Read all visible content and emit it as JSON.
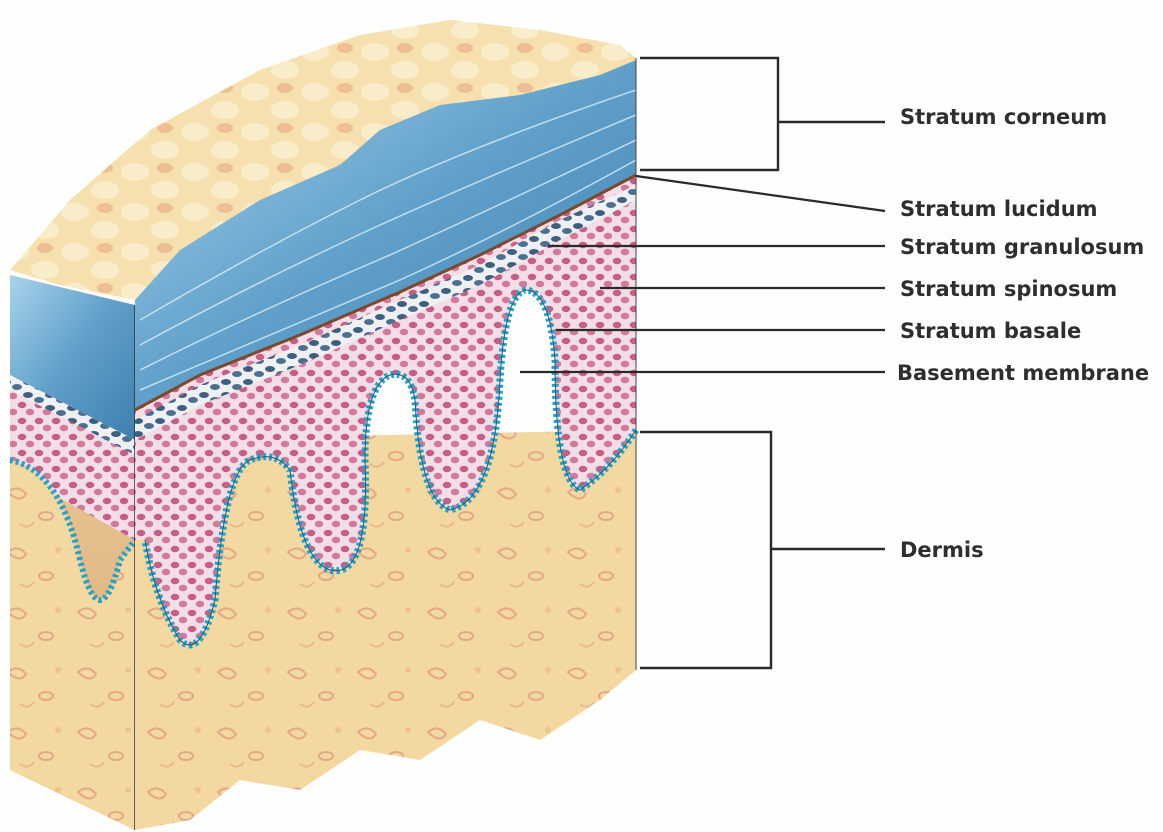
{
  "labels": {
    "stratum_corneum": "Stratum corneum",
    "stratum_lucidum": "Stratum lucidum",
    "stratum_granulosum": "Stratum granulosum",
    "stratum_spinosum": "Stratum spinosum",
    "stratum_basale": "Stratum basale",
    "basement_membrane": "Basement membrane",
    "dermis": "Dermis"
  },
  "colors": {
    "corneum": "#5f9fc9",
    "corneum_light": "#a9d3ec",
    "granulosum_cells": "#3f5f7f",
    "spinosum_cells": "#c45f86",
    "epidermis_bg": "#f3dde6",
    "basale_cells": "#27a0c5",
    "basement_membrane": "#7a4a2e",
    "dermis": "#f4d8a2",
    "dermis_dark": "#e6b877"
  }
}
